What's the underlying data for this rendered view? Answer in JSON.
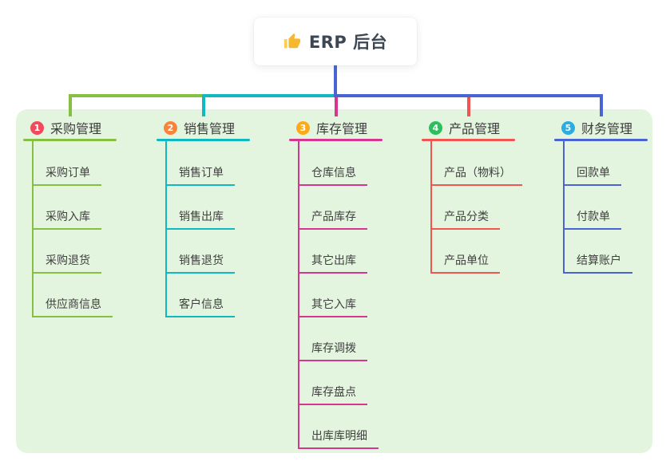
{
  "root": {
    "label": "ERP 后台",
    "icon": "thumbs-up-icon",
    "icon_color": "#f5b82e"
  },
  "panel": {
    "background": "#e4f5df"
  },
  "connector": {
    "root_line_color": "#4a64d4"
  },
  "branches": [
    {
      "index": "1",
      "label": "采购管理",
      "badge_color": "#f2495c",
      "line_color": "#86c043",
      "children": [
        "采购订单",
        "采购入库",
        "采购退货",
        "供应商信息"
      ]
    },
    {
      "index": "2",
      "label": "销售管理",
      "badge_color": "#fa833c",
      "line_color": "#10b9c0",
      "children": [
        "销售订单",
        "销售出库",
        "销售退货",
        "客户信息"
      ]
    },
    {
      "index": "3",
      "label": "库存管理",
      "badge_color": "#fbaa1a",
      "line_color": "#d6368f",
      "children": [
        "仓库信息",
        "产品库存",
        "其它出库",
        "其它入库",
        "库存调拨",
        "库存盘点",
        "出库库明细"
      ]
    },
    {
      "index": "4",
      "label": "产品管理",
      "badge_color": "#2ebe60",
      "line_color": "#f2544f",
      "children": [
        "产品（物料）",
        "产品分类",
        "产品单位"
      ]
    },
    {
      "index": "5",
      "label": "财务管理",
      "badge_color": "#2cace0",
      "line_color": "#4a64d4",
      "children": [
        "回款单",
        "付款单",
        "结算账户"
      ]
    }
  ]
}
